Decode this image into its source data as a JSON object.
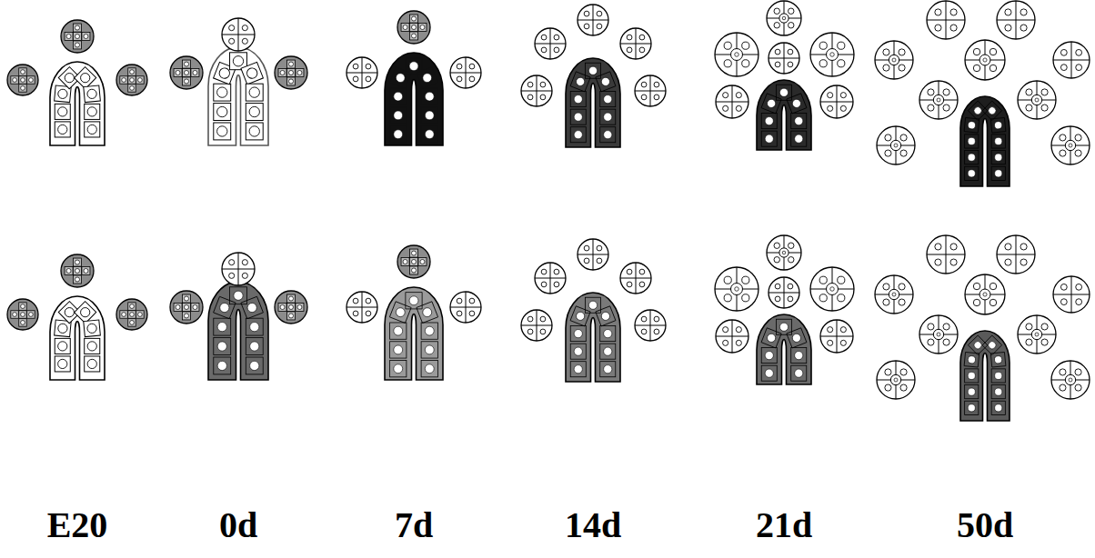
{
  "diagram": {
    "labels": [
      "E20",
      "0d",
      "7d",
      "14d",
      "21d",
      "50d"
    ]
  }
}
